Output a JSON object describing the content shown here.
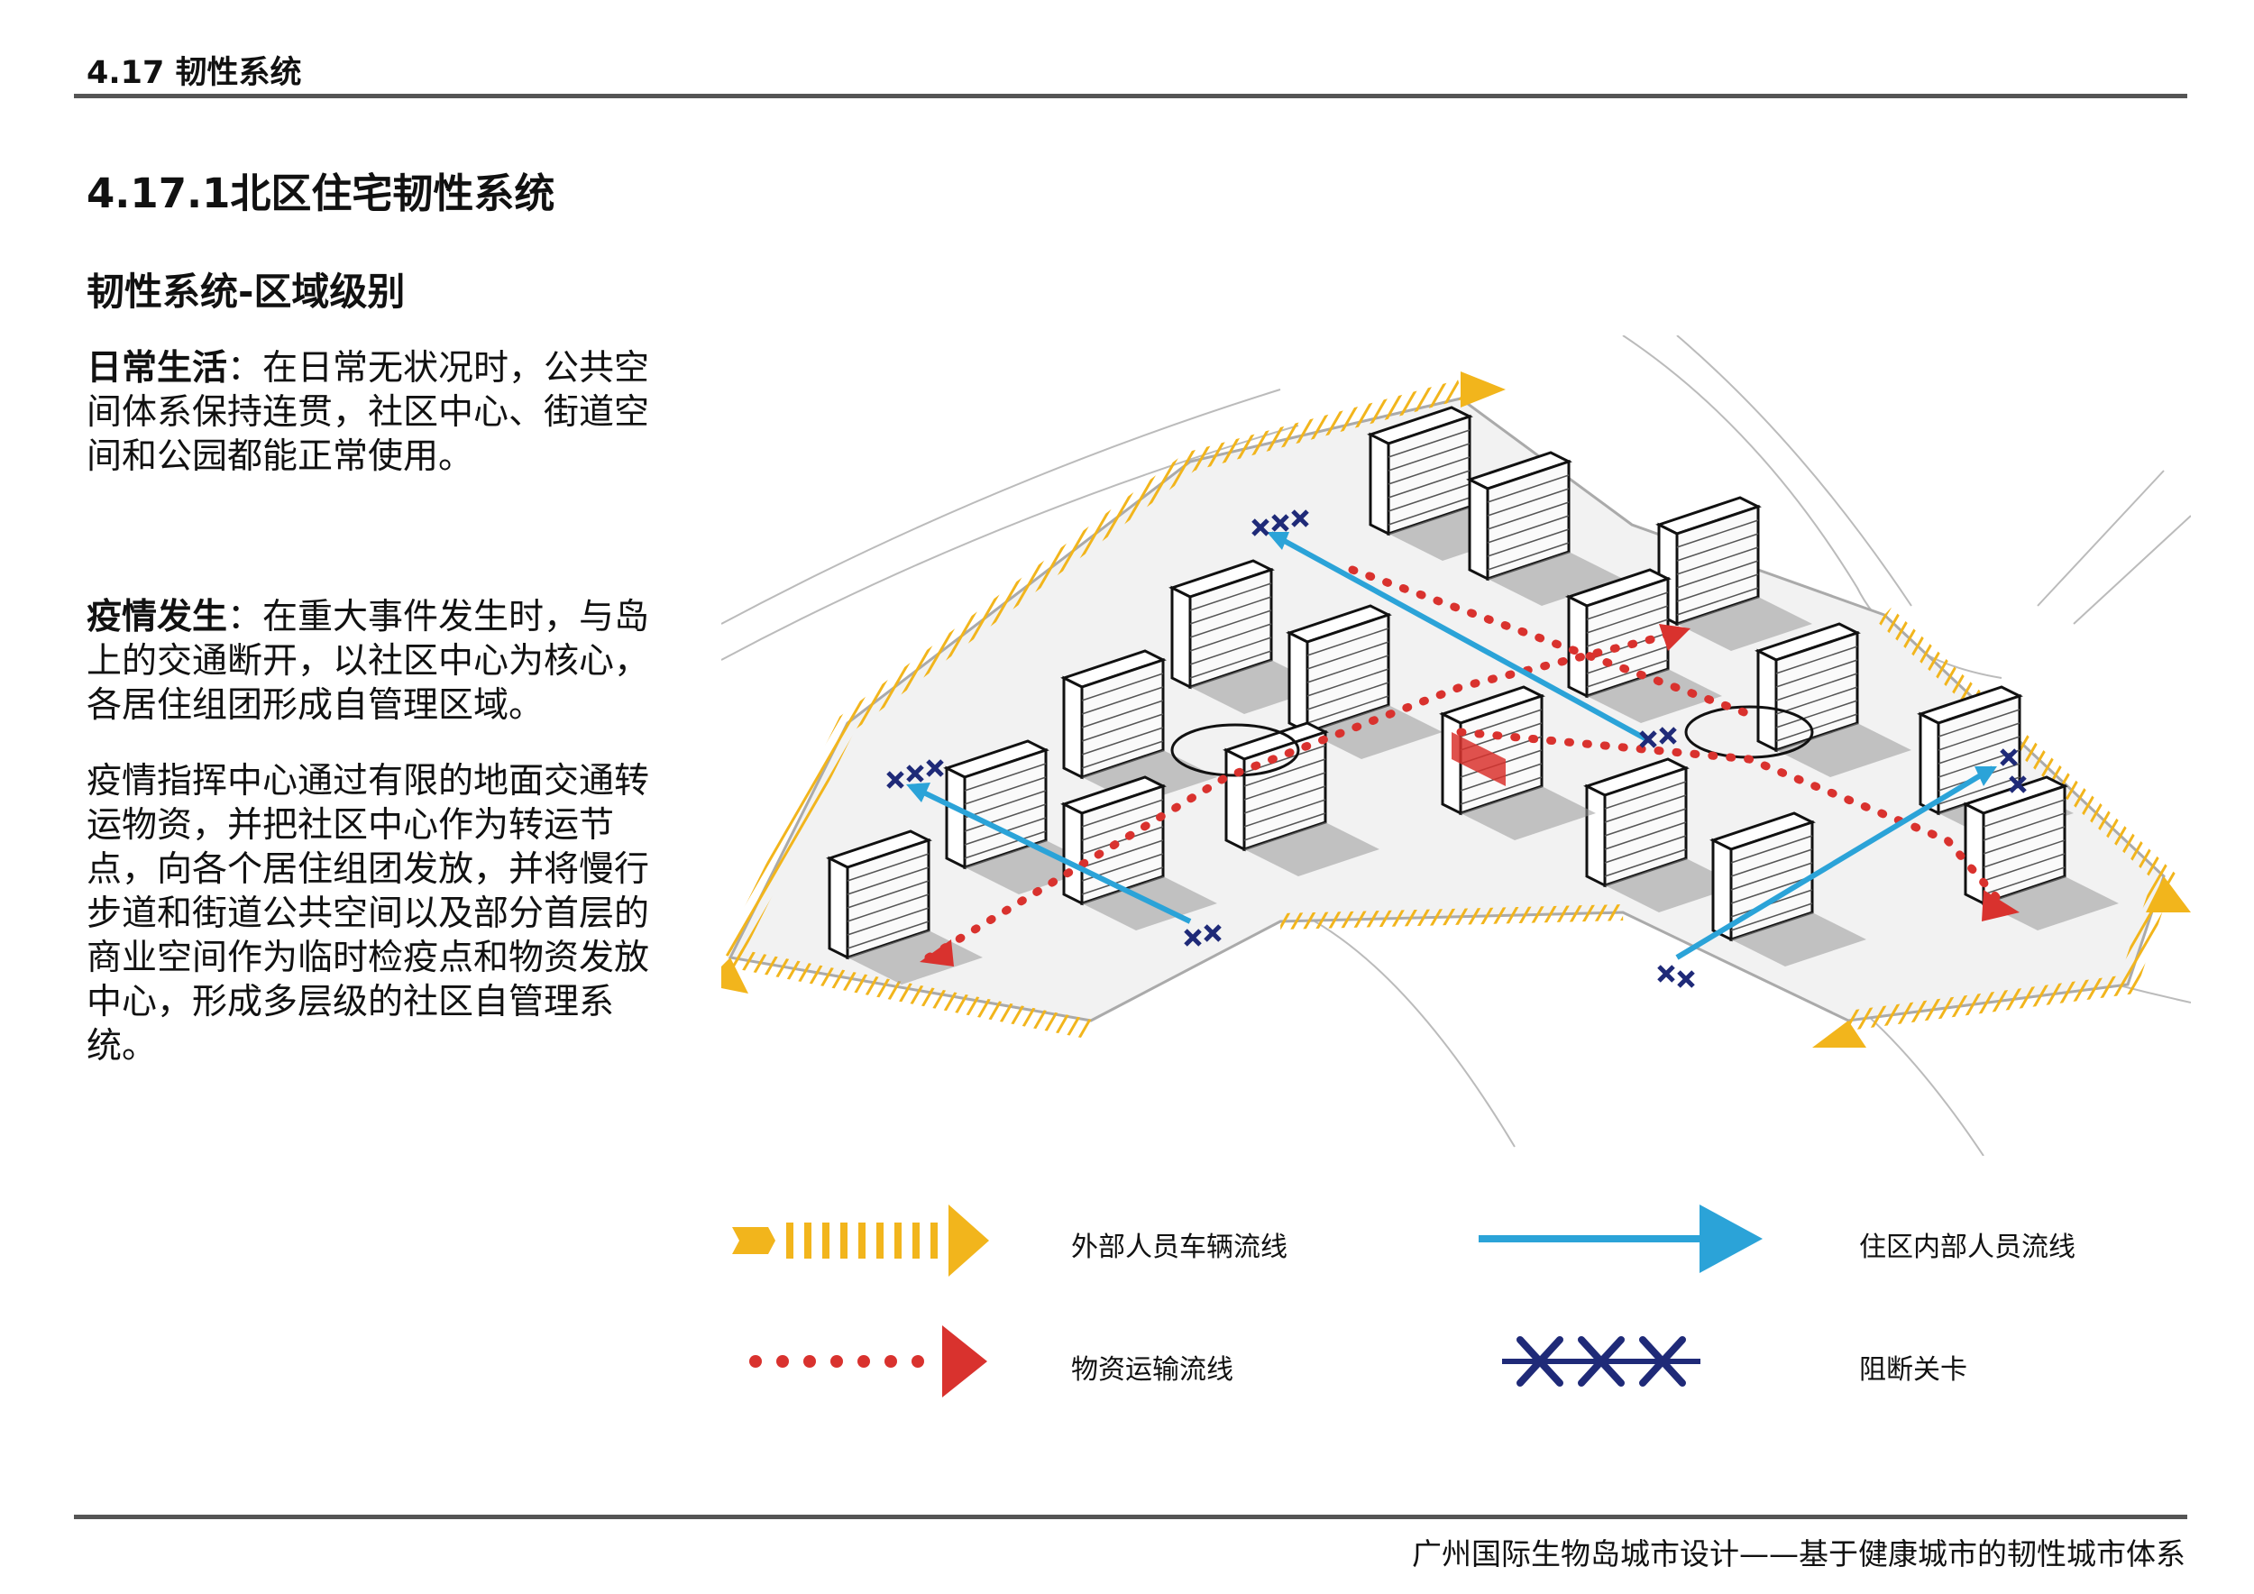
{
  "header": {
    "section": "4.17 韧性系统"
  },
  "title": "4.17.1北区住宅韧性系统",
  "subtitle": "韧性系统-区域级别",
  "paragraphs": {
    "daily_label": "日常生活",
    "daily_text": "：在日常无状况时，公共空间体系保持连贯，社区中心、街道空间和公园都能正常使用。",
    "epidemic_label": "疫情发生",
    "epidemic_text": "：在重大事件发生时，与岛上的交通断开，以社区中心为核心，各居住组团形成自管理区域。",
    "command_text": "疫情指挥中心通过有限的地面交通转运物资，并把社区中心作为转运节点，向各个居住组团发放，并将慢行步道和街道公共空间以及部分首层的商业空间作为临时检疫点和物资发放中心，形成多层级的社区自管理系统。"
  },
  "legend": {
    "external_flow": "外部人员车辆流线",
    "internal_flow": "住区内部人员流线",
    "supply_flow": "物资运输流线",
    "checkpoint": "阻断关卡"
  },
  "colors": {
    "external": "#f2b51c",
    "internal": "#2ba3d8",
    "supply": "#d9322e",
    "checkpoint": "#1f2a78"
  },
  "footer": "广州国际生物岛城市设计——基于健康城市的韧性城市体系"
}
